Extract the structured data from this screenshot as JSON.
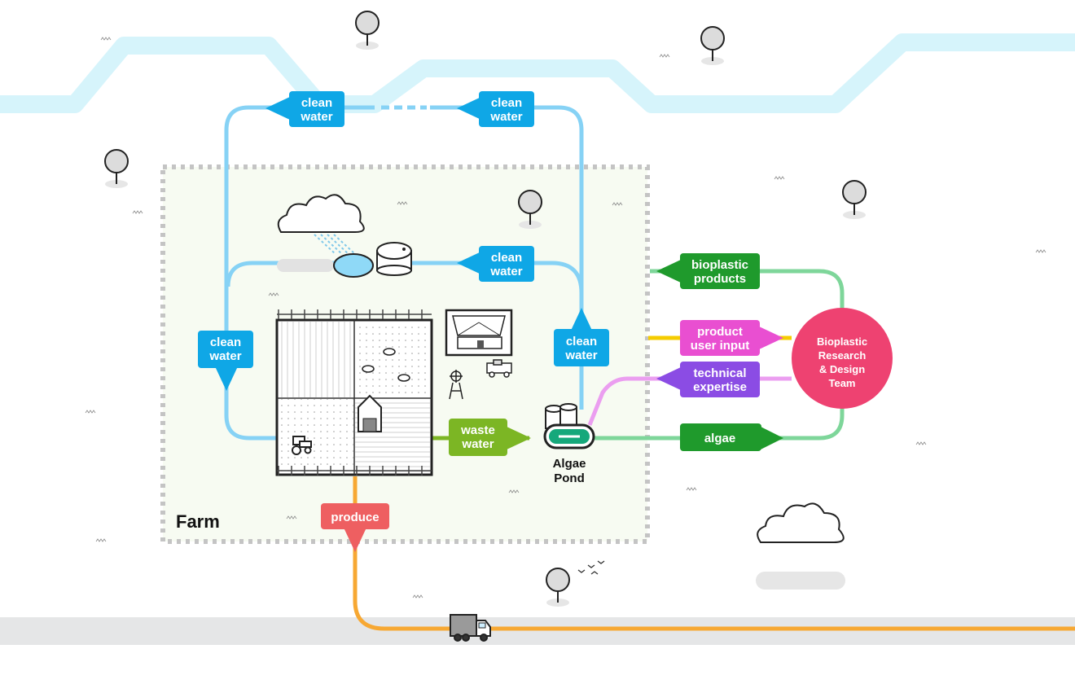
{
  "colors": {
    "river": "#d6f4fb",
    "water_pipe": "#86d2f5",
    "water_label": "#0fa7e6",
    "waste": "#7cb624",
    "algae_pipe": "#7ed69a",
    "green_label": "#1f9a2c",
    "pink": "#e94fd1",
    "purple": "#8b4ce4",
    "yellow": "#f5cc00",
    "produce": "#ee5f61",
    "orange_path": "#f7a833",
    "research": "#ee4271",
    "farm_bg": "#f7fbf2",
    "road": "#e5e6e7"
  },
  "labels": {
    "clean_water_top_left": [
      "clean",
      "water"
    ],
    "clean_water_top_right": [
      "clean",
      "water"
    ],
    "clean_water_middle": [
      "clean",
      "water"
    ],
    "clean_water_left": [
      "clean",
      "water"
    ],
    "clean_water_right": [
      "clean",
      "water"
    ],
    "waste_water": [
      "waste",
      "water"
    ],
    "bioplastic_products": [
      "bioplastic",
      "products"
    ],
    "product_user_input": [
      "product",
      "user input"
    ],
    "technical_expertise": [
      "technical",
      "expertise"
    ],
    "algae": "algae",
    "produce": "produce",
    "algae_pond": [
      "Algae",
      "Pond"
    ],
    "research_team": [
      "Bioplastic",
      "Research",
      "& Design",
      "Team"
    ],
    "farm": "Farm"
  },
  "icons": {
    "cloud": "cloud-icon",
    "tree": "tree-icon",
    "truck": "truck-icon",
    "tractor": "tractor-icon",
    "windmill": "windmill-icon",
    "cow": "cow-icon",
    "birds": "birds-icon",
    "farmhouse": "farmhouse-icon",
    "water_tank": "water-tank-icon",
    "algae_pond": "algae-pond-icon"
  }
}
